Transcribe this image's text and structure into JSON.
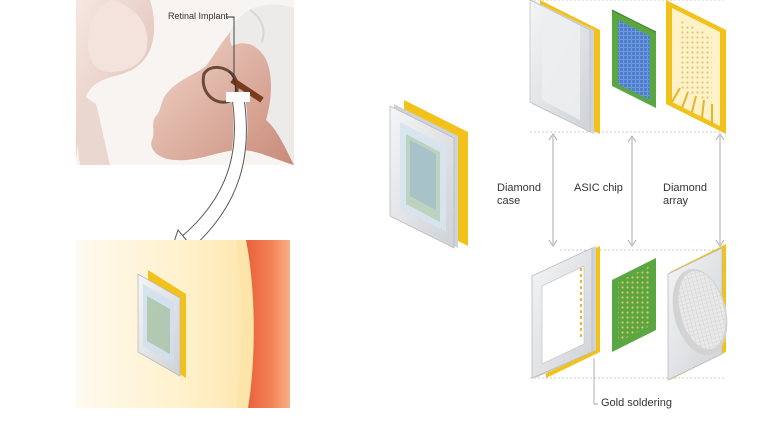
{
  "labels": {
    "retinal_implant": "Retinal Implant",
    "diamond_case": "Diamond\ncase",
    "asic_chip": "ASIC chip",
    "diamond_array": "Diamond\narray",
    "gold_soldering": "Gold soldering"
  },
  "colors": {
    "gold": "#f2c21b",
    "green": "#5aa640",
    "blue_panel": "#5f8fd6",
    "case_grey": "#d8dadd",
    "eye_orange": "#f07a4c",
    "eye_cream": "#fff4d6",
    "eye_mid": "#fde2a8",
    "skin": "#d9a28f",
    "hair": "#e9e6e3"
  },
  "icons": {
    "face_illustration": "person-face-icon",
    "baby_illustration": "baby-face-icon",
    "flow_arrow": "curved-arrow-icon"
  }
}
